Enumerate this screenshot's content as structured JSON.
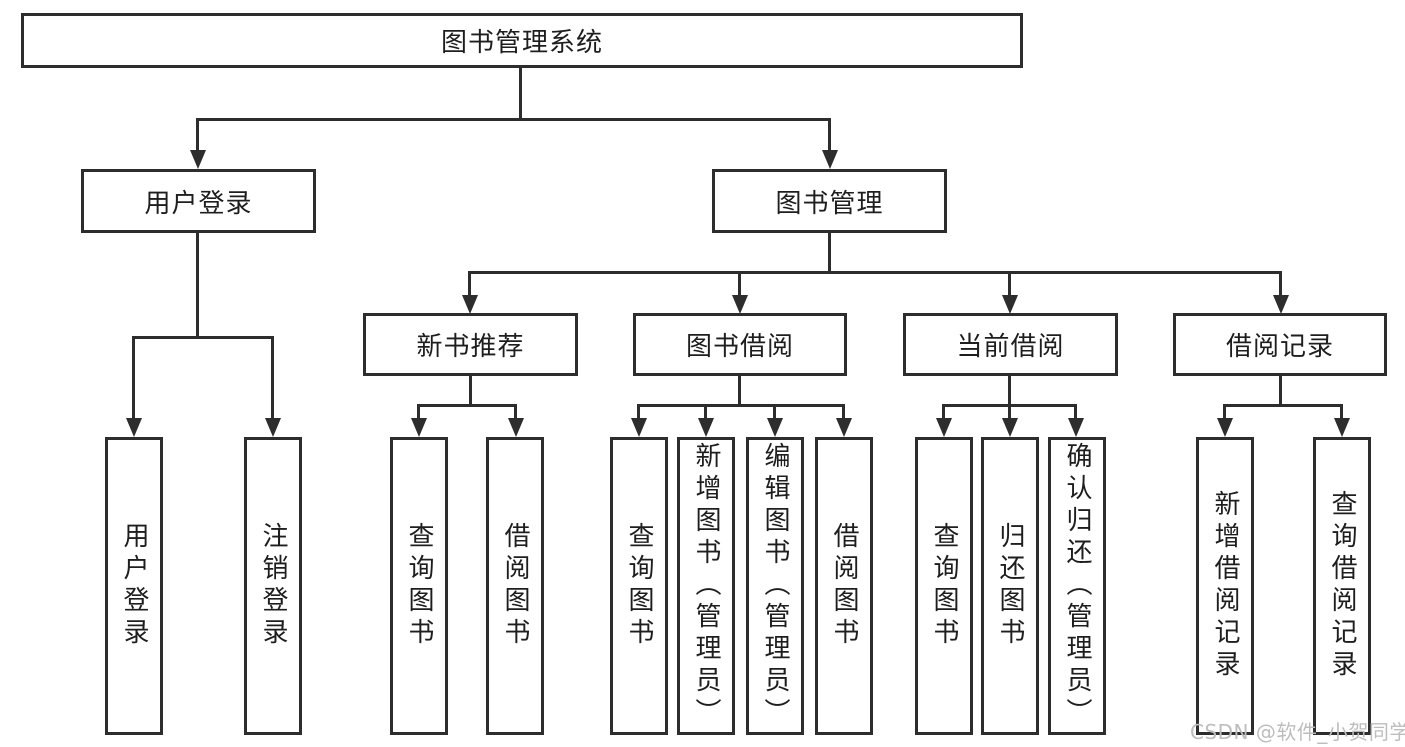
{
  "tree": {
    "root": {
      "label": "图书管理系统"
    },
    "branches": [
      {
        "label": "用户登录",
        "children": [
          {
            "label": "用户登录"
          },
          {
            "label": "注销登录"
          }
        ]
      },
      {
        "label": "图书管理",
        "children": [
          {
            "label": "新书推荐",
            "children": [
              {
                "label": "查询图书"
              },
              {
                "label": "借阅图书"
              }
            ]
          },
          {
            "label": "图书借阅",
            "children": [
              {
                "label": "查询图书"
              },
              {
                "label": "新增图书（管理员）"
              },
              {
                "label": "编辑图书（管理员）"
              },
              {
                "label": "借阅图书"
              }
            ]
          },
          {
            "label": "当前借阅",
            "children": [
              {
                "label": "查询图书"
              },
              {
                "label": "归还图书"
              },
              {
                "label": "确认归还（管理员）"
              }
            ]
          },
          {
            "label": "借阅记录",
            "children": [
              {
                "label": "新增借阅记录"
              },
              {
                "label": "查询借阅记录"
              }
            ]
          }
        ]
      }
    ]
  },
  "colors": {
    "line": "#2d2d2d",
    "text": "#1e1e1e",
    "watermark": "#bdbdbd",
    "background": "#ffffff"
  },
  "watermark": {
    "text": "CSDN @软件_小贺同学"
  }
}
